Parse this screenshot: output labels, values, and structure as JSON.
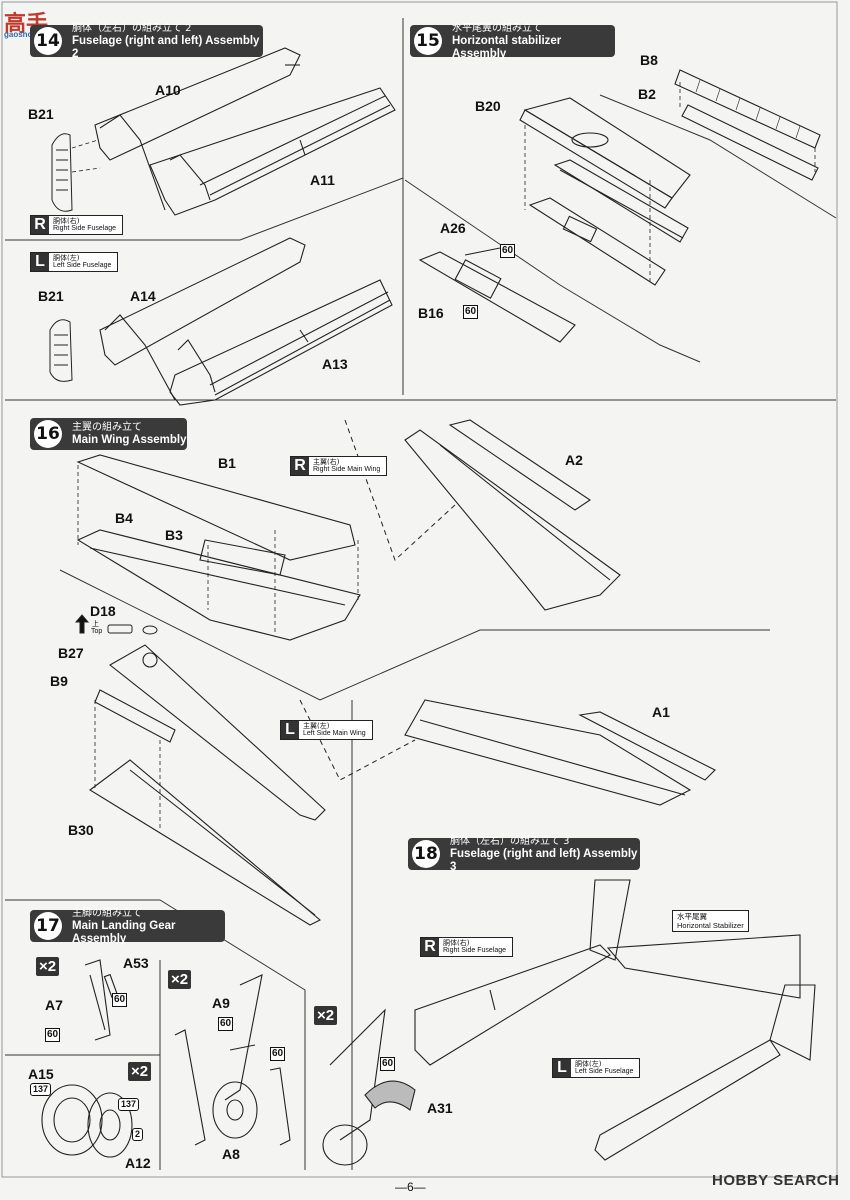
{
  "watermark": {
    "brand_cn": "高手",
    "brand_url": "gaoshou.com",
    "source": "HOBBY SEARCH"
  },
  "steps": [
    {
      "num": "14",
      "jp": "胴体（左右）の組み立て 2",
      "en": "Fuselage (right and left) Assembly 2"
    },
    {
      "num": "15",
      "jp": "水平尾翼の組み立て",
      "en": "Horizontal stabilizer Assembly"
    },
    {
      "num": "16",
      "jp": "主翼の組み立て",
      "en": "Main Wing Assembly"
    },
    {
      "num": "17",
      "jp": "主脚の組み立て",
      "en": "Main Landing Gear Assembly"
    },
    {
      "num": "18",
      "jp": "胴体（左右）の組み立て 3",
      "en": "Fuselage (right and left) Assembly 3"
    }
  ],
  "sides": {
    "r_fuselage": {
      "letter": "R",
      "jp": "胴体(右)",
      "en": "Right Side Fuselage"
    },
    "l_fuselage": {
      "letter": "L",
      "jp": "胴体(左)",
      "en": "Left Side Fuselage"
    },
    "r_wing": {
      "letter": "R",
      "jp": "主翼(右)",
      "en": "Right Side Main Wing"
    },
    "l_wing": {
      "letter": "L",
      "jp": "主翼(左)",
      "en": "Left Side Main Wing"
    },
    "r_fuselage_18": {
      "letter": "R",
      "jp": "胴体(右)",
      "en": "Right Side Fuselage"
    },
    "l_fuselage_18": {
      "letter": "L",
      "jp": "胴体(左)",
      "en": "Left Side Fuselage"
    }
  },
  "hstab_tag": {
    "jp": "水平尾翼",
    "en": "Horizontal Stabilizer"
  },
  "parts": {
    "A10": "A10",
    "A11": "A11",
    "B21": "B21",
    "A14": "A14",
    "A13": "A13",
    "B8": "B8",
    "B2": "B2",
    "B20": "B20",
    "A26": "A26",
    "B16": "B16",
    "B1": "B1",
    "B4": "B4",
    "B3": "B3",
    "A2": "A2",
    "D18": "D18",
    "B27": "B27",
    "B9": "B9",
    "B30": "B30",
    "A1": "A1",
    "A53": "A53",
    "A7": "A7",
    "A15": "A15",
    "A12": "A12",
    "A9": "A9",
    "A8": "A8",
    "A31": "A31"
  },
  "marks": {
    "sixty": "60",
    "x2": "×2",
    "c137": "137",
    "c2": "2",
    "top_jp": "上",
    "top_en": "Top"
  },
  "page": "—6—"
}
